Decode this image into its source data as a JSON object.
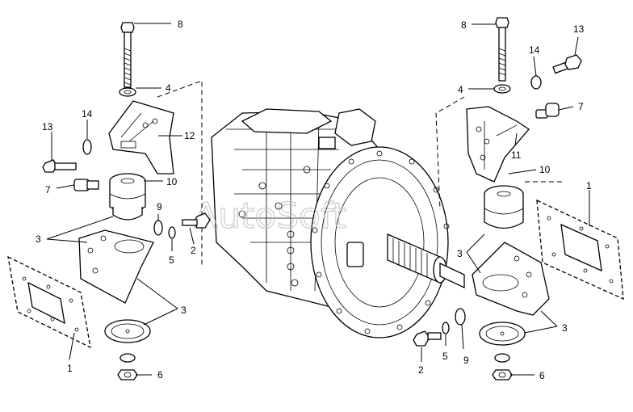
{
  "watermark": "AutoSoft",
  "callouts": {
    "l1": "1",
    "l2": "2",
    "l3a": "3",
    "l3b": "3",
    "l4": "4",
    "l5": "5",
    "l6": "6",
    "l7": "7",
    "l8": "8",
    "l9": "9",
    "l10": "10",
    "l12": "12",
    "l13": "13",
    "l14": "14",
    "r1": "1",
    "r2": "2",
    "r3a": "3",
    "r3b": "3",
    "r4": "4",
    "r5": "5",
    "r6": "6",
    "r7": "7",
    "r8": "8",
    "r9": "9",
    "r10": "10",
    "r11": "11",
    "r13": "13",
    "r14": "14"
  }
}
